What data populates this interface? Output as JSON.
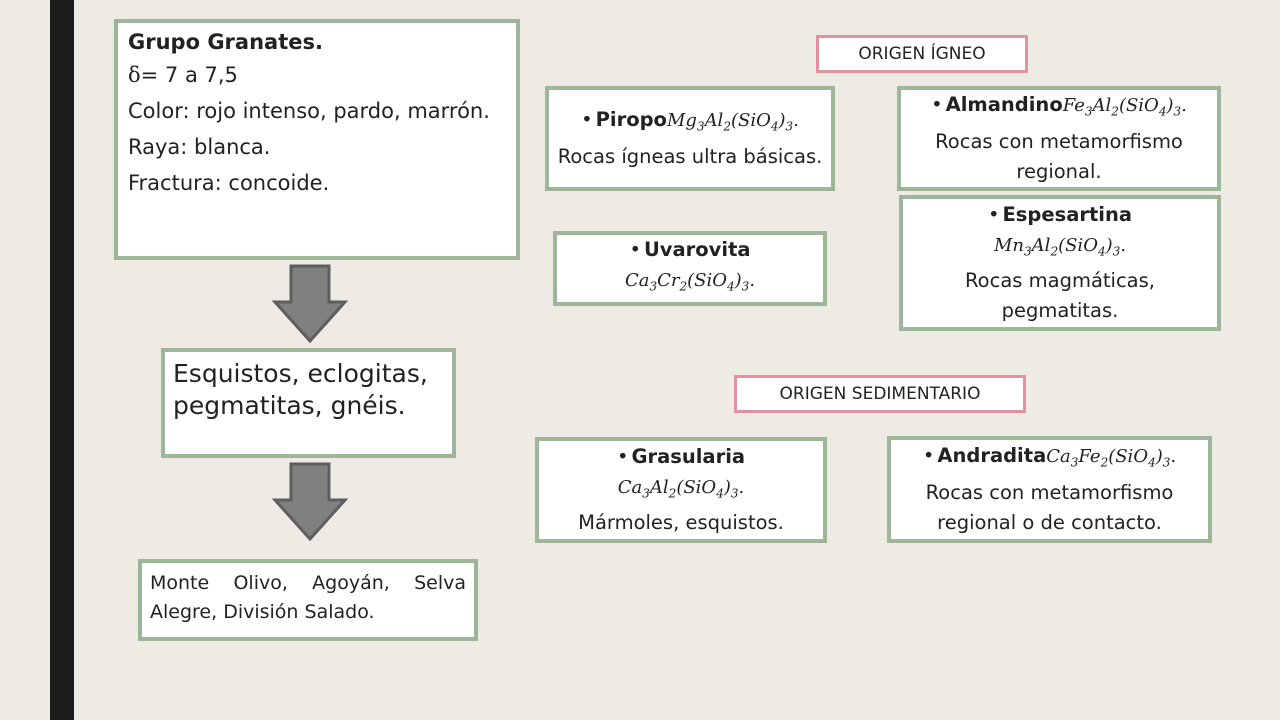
{
  "main_box": {
    "title": "Grupo Granates.",
    "density_symbol": "δ",
    "density_text": "= 7 a 7,5",
    "color": "Color: rojo intenso, pardo, marrón.",
    "streak": "Raya: blanca.",
    "fracture": "Fractura: concoide."
  },
  "rocks_box": {
    "text": "Esquistos, eclogitas, pegmatitas, gnéis."
  },
  "locations_box": {
    "text": "Monte Olivo, Agoyán, Selva Alegre, División Salado."
  },
  "tags": {
    "igneo": "ORIGEN ÍGNEO",
    "sedimentario": "ORIGEN SEDIMENTARIO"
  },
  "minerals": {
    "piropo": {
      "name": "Piropo",
      "formula": {
        "a": "Mg",
        "a_sub": "3",
        "b": "Al",
        "b_sub": "2",
        "group": "(SiO",
        "group_sub": "4",
        "close": ")",
        "close_sub": "3",
        "end": "."
      },
      "desc": "Rocas ígneas ultra básicas."
    },
    "almandino": {
      "name": "Almandino",
      "formula": {
        "a": "Fe",
        "a_sub": "3",
        "b": "Al",
        "b_sub": "2",
        "group": "(SiO",
        "group_sub": "4",
        "close": ")",
        "close_sub": "3",
        "end": "."
      },
      "desc": "Rocas con metamorfismo regional."
    },
    "uvarovita": {
      "name": "Uvarovita",
      "formula": {
        "a": "Ca",
        "a_sub": "3",
        "b": "Cr",
        "b_sub": "2",
        "group": "(SiO",
        "group_sub": "4",
        "close": ")",
        "close_sub": "3",
        "end": "."
      },
      "desc": ""
    },
    "espesartina": {
      "name": "Espesartina",
      "formula": {
        "a": "Mn",
        "a_sub": "3",
        "b": "Al",
        "b_sub": "2",
        "group": "(SiO",
        "group_sub": "4",
        "close": ")",
        "close_sub": "3",
        "end": "."
      },
      "desc": "Rocas magmáticas, pegmatitas."
    },
    "grasularia": {
      "name": "Grasularia",
      "formula": {
        "a": "Ca",
        "a_sub": "3",
        "b": "Al",
        "b_sub": "2",
        "group": "(SiO",
        "group_sub": "4",
        "close": ")",
        "close_sub": "3",
        "end": "."
      },
      "desc": "Mármoles, esquistos."
    },
    "andradita": {
      "name": "Andradita",
      "formula": {
        "a": "Ca",
        "a_sub": "3",
        "b": "Fe",
        "b_sub": "2",
        "group": "(SiO",
        "group_sub": "4",
        "close": ")",
        "close_sub": "3",
        "end": "."
      },
      "desc": "Rocas con metamorfismo regional o de contacto."
    }
  },
  "colors": {
    "background": "#eeebe4",
    "box_border": "#9db69a",
    "tag_border": "#e2929e",
    "arrow_fill": "#808080",
    "side_bar": "#1c1c1c"
  }
}
